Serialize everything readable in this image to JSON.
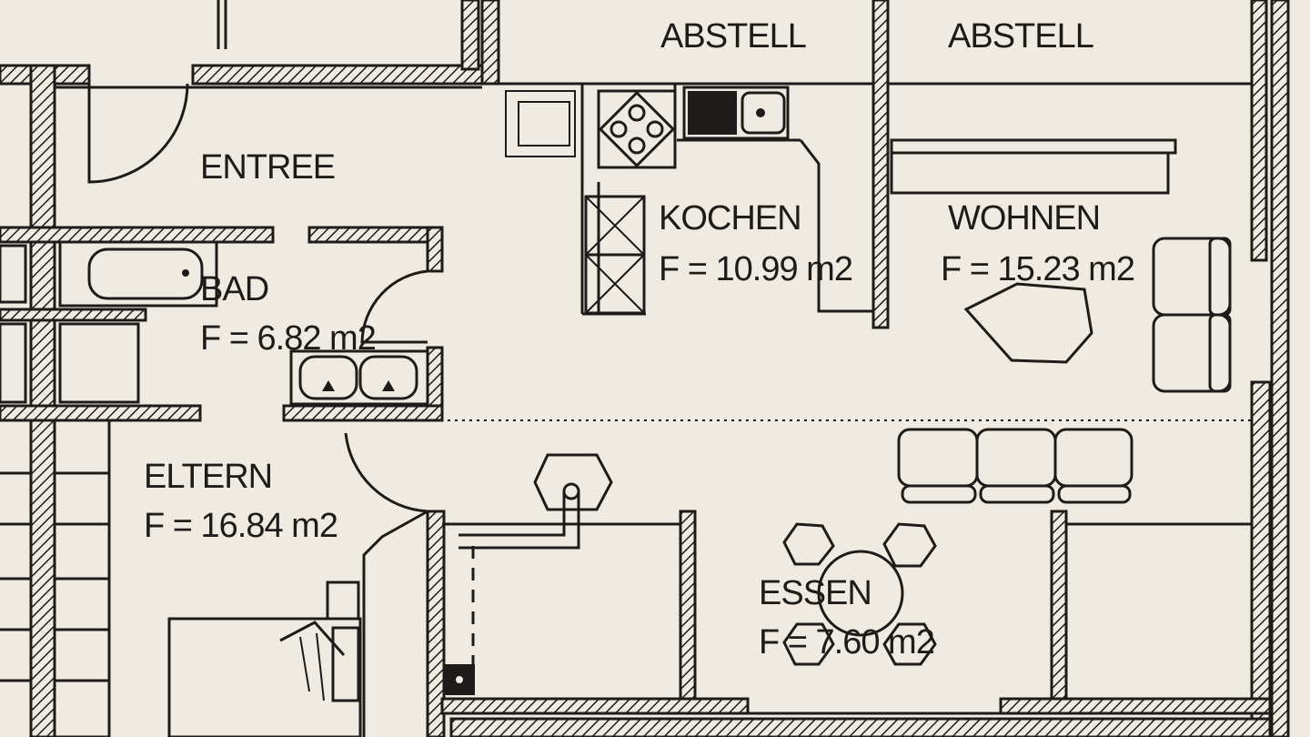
{
  "rooms": {
    "abstell_1": {
      "name": "ABSTELL"
    },
    "abstell_2": {
      "name": "ABSTELL"
    },
    "entree": {
      "name": "ENTREE"
    },
    "kochen": {
      "name": "KOCHEN",
      "area": "F = 10.99 m2"
    },
    "wohnen": {
      "name": "WOHNEN",
      "area": "F = 15.23 m2"
    },
    "bad": {
      "name": "BAD",
      "area": "F = 6.82 m2"
    },
    "eltern": {
      "name": "ELTERN",
      "area": "F = 16.84 m2"
    },
    "essen": {
      "name": "ESSEN",
      "area": "F = 7.60 m2"
    }
  }
}
